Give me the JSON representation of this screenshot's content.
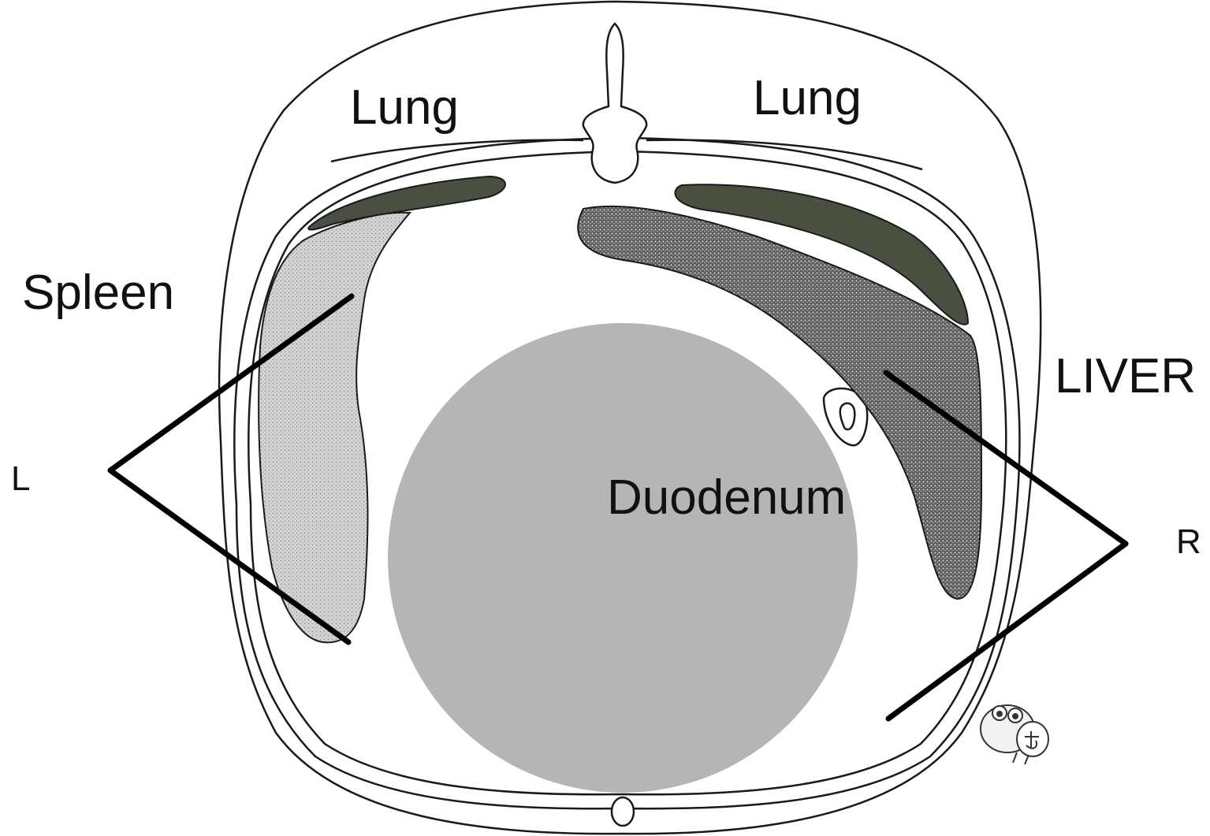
{
  "labels": {
    "lung_left": "Lung",
    "lung_right": "Lung",
    "spleen": "Spleen",
    "liver": "LIVER",
    "duodenum": "Duodenum",
    "side_left": "L",
    "side_right": "R"
  },
  "colors": {
    "outline": "#1a1a1a",
    "lung_fill": "#4a5040",
    "spleen_fill": "#c8c8c8",
    "liver_fill": "#6e6e6e",
    "duodenum_fill": "#b5b5b5",
    "beam": "#000000"
  }
}
